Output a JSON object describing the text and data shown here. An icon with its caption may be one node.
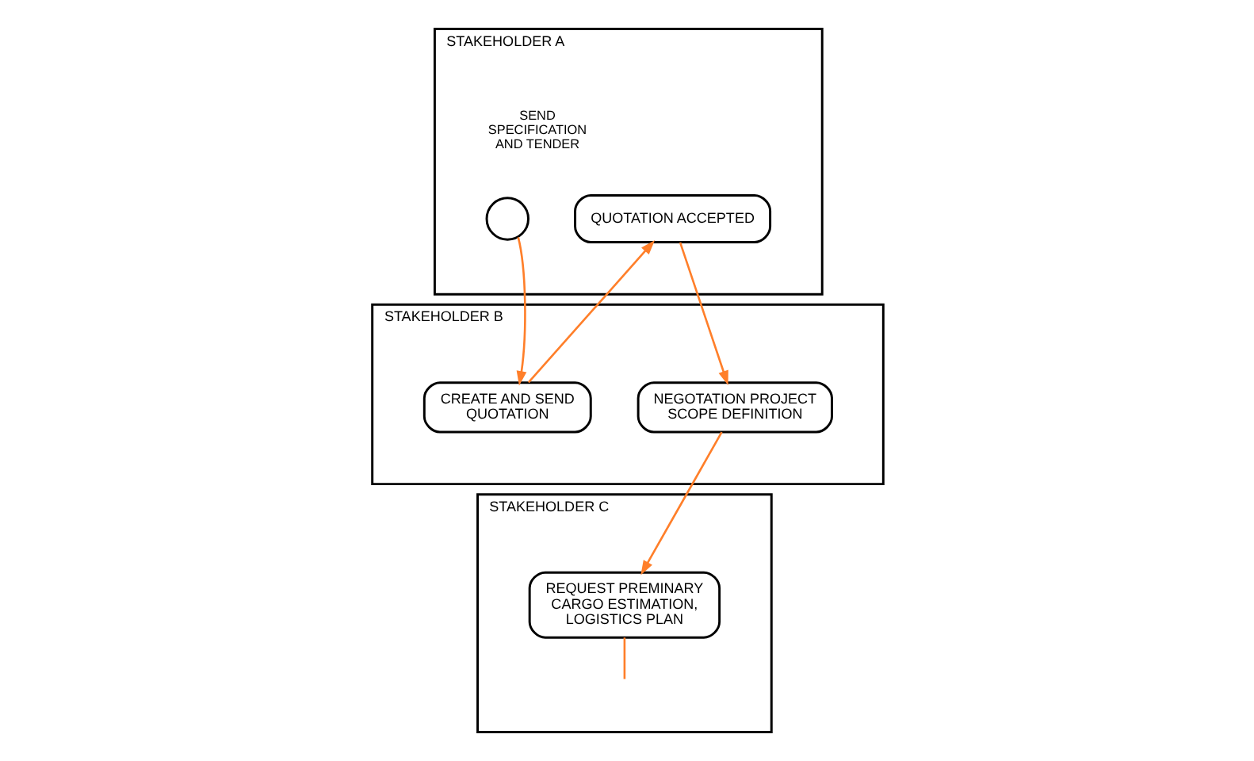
{
  "diagram": {
    "nodes": [
      {
        "text": [
          "STAKEHOLDER A"
        ]
      },
      {
        "text": [],
        "shape": "circle",
        "in": 0,
        "beside": [
          "SEND SPECIFICATION AND TENDER"
        ]
      },
      {
        "text": [
          "QUOTATION ACCEPTED"
        ],
        "in": 0
      },
      {
        "text": [
          "STAKEHOLDER B"
        ]
      },
      {
        "text": [
          "CREATE AND SEND QUOTATION"
        ],
        "in": 3
      },
      {
        "text": [
          "NEGOTATION PROJECT SCOPE DEFINITION"
        ],
        "in": 3
      },
      {
        "text": [
          "STAKEHOLDER C"
        ]
      },
      {
        "text": [
          "REQUEST PREMINARY CARGO ESTIMATION, LOGISTICS PLAN"
        ],
        "in": 6
      }
    ],
    "edges": [
      {
        "from": 1,
        "to": 4,
        "arrow": "to"
      },
      {
        "from": 4,
        "to": 2,
        "arrow": "to"
      },
      {
        "from": 2,
        "to": 5,
        "arrow": "to"
      },
      {
        "from": 5,
        "to": 7,
        "arrow": "to"
      },
      {
        "from": 7,
        "to": null,
        "arrow": "none"
      }
    ]
  }
}
